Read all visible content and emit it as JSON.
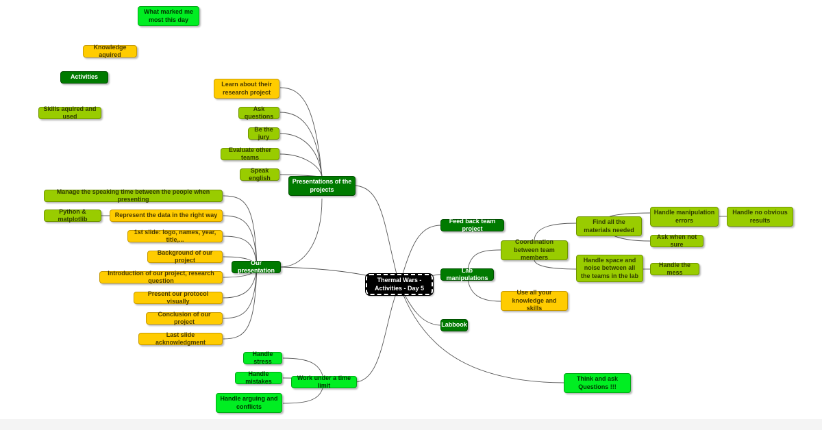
{
  "legend": {
    "marked": "What marked me most this day",
    "knowledge": "Knowledge aquired",
    "activities": "Activities",
    "skills": "Skills aquired and used"
  },
  "center": "Thermal Wars - Activities - Day 5",
  "presentations": {
    "title": "Presentations of the projects",
    "items": [
      "Learn about their research project",
      "Ask questions",
      "Be the jury",
      "Evaluate other teams",
      "Speak english"
    ]
  },
  "our_presentation": {
    "title": "Our presentation",
    "items": [
      "Manage the speaking time between the people when presenting",
      "Represent the data in the right way",
      "1st slide: logo, names, year, title,...",
      "Background of our project",
      "Introduction of our project, research question",
      "Present our protocol visually",
      "Conclusion of our project",
      "Last slide acknowledgment"
    ],
    "python": "Python & matplotlib"
  },
  "time_limit": {
    "title": "Work under a time limit",
    "items": [
      "Handle stress",
      "Handle mistakes",
      "Handle arguing and conflicts"
    ]
  },
  "feedback": "Feed back team project",
  "lab": {
    "title": "Lab manipulations",
    "coordination": "Coordination between team members",
    "find_materials": "Find all the materials needed",
    "manip_errors": "Handle manipulation errors",
    "no_obvious": "Handle no obvious results",
    "ask_not_sure": "Ask when not sure",
    "space_noise": "Handle space and noise between all the teams in the lab",
    "mess": "Handle the mess",
    "knowledge_skills": "Use all your knowledge and skills"
  },
  "labbook": "Labbook",
  "think": "Think and ask Questions !!!",
  "colors": {
    "yellow": "#ffcc00",
    "lime": "#99cc00",
    "green": "#007a00",
    "bright": "#00ee22",
    "center": "#000000",
    "link": "#555555"
  }
}
